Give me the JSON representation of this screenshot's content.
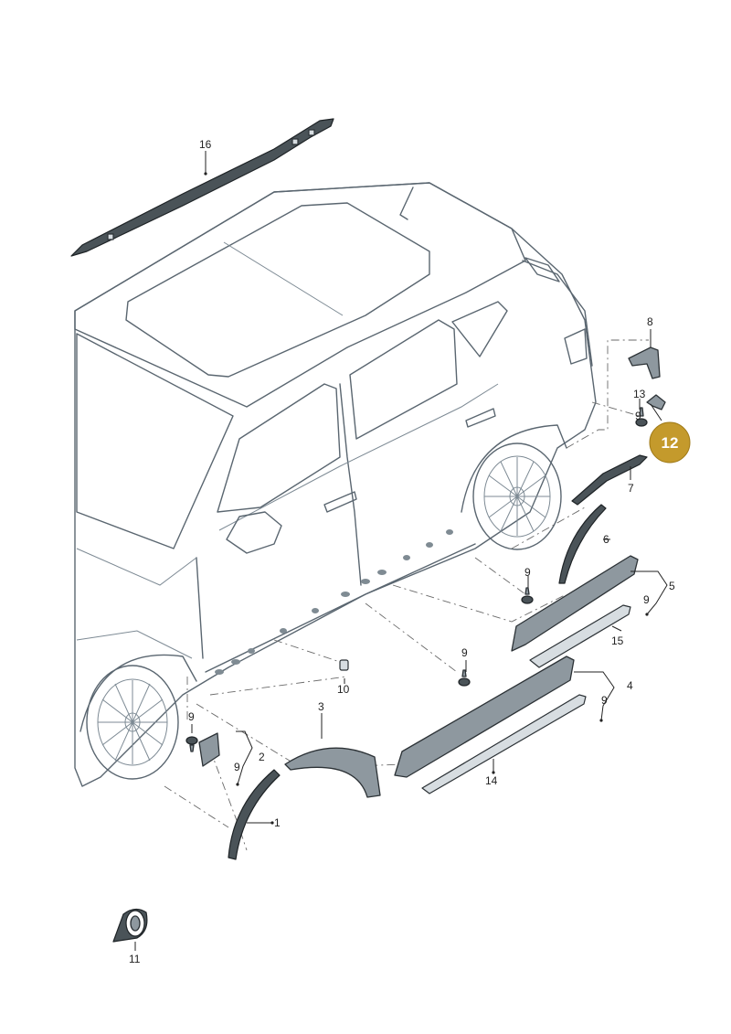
{
  "callouts": {
    "p1": "1",
    "p2": "2",
    "p3": "3",
    "p4": "4",
    "p5": "5",
    "p6": "6",
    "p7": "7",
    "p8": "8",
    "p9a": "9",
    "p9b": "9",
    "p9c": "9",
    "p9d": "9",
    "p9e": "9",
    "p9f": "9",
    "p10": "10",
    "p11": "11",
    "p13": "13",
    "p14": "14",
    "p15": "15",
    "p16": "16"
  },
  "highlight": {
    "label": "12",
    "color": "#c49a2c"
  },
  "colors": {
    "car_fill": "#e3eaee",
    "glass": "#b9c6ce",
    "part": "#8e989f"
  }
}
